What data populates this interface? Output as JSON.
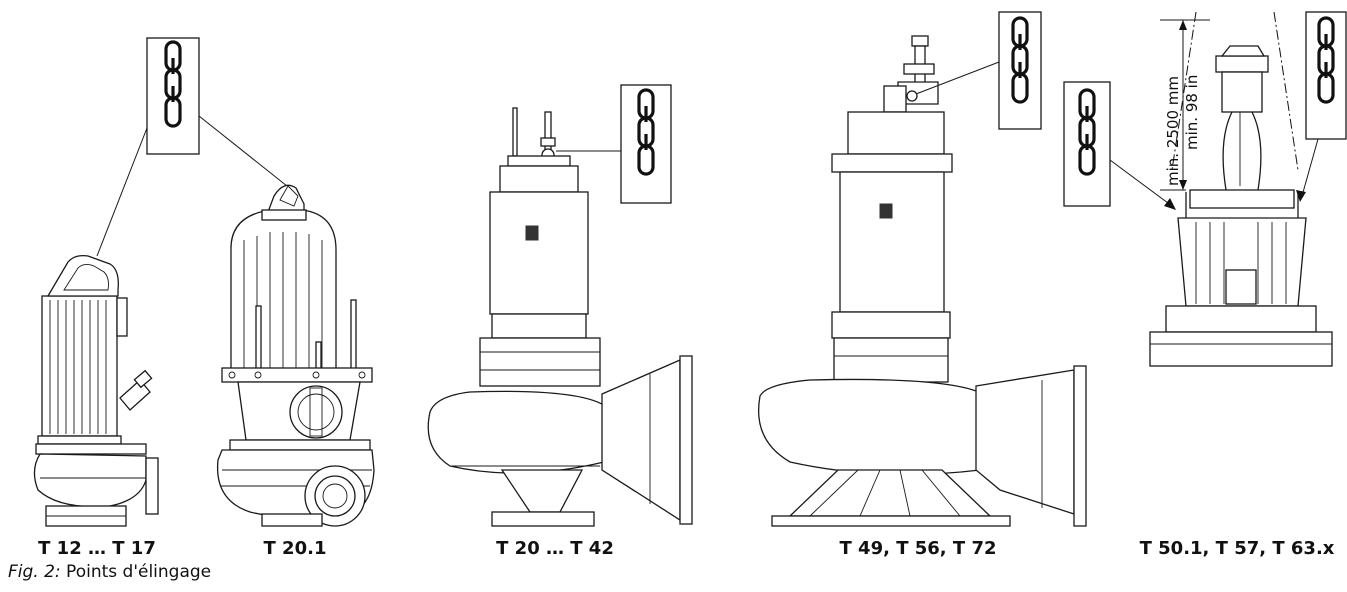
{
  "pumps": [
    {
      "id": "t12",
      "label": "T 12 … T 17"
    },
    {
      "id": "t201",
      "label": "T 20.1"
    },
    {
      "id": "t20",
      "label": "T 20 … T 42"
    },
    {
      "id": "t49",
      "label": "T 49, T 56, T 72"
    },
    {
      "id": "t501",
      "label": "T 50.1, T 57, T 63.x"
    }
  ],
  "dimension": {
    "metric": "min. 2500 mm",
    "imperial": "min. 98 in"
  },
  "caption": {
    "ref": "Fig. 2:",
    "text": " Points d'élingage"
  }
}
